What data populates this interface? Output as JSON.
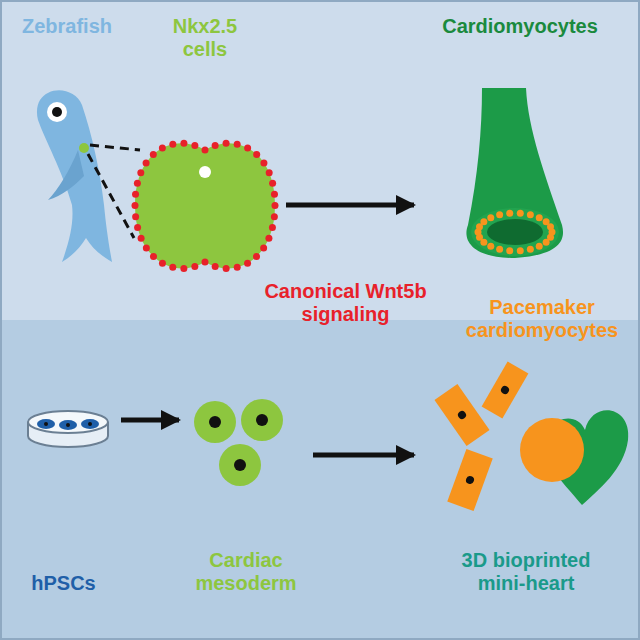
{
  "diagram": {
    "nodes": [
      {
        "text": [
          "Zebrafish"
        ]
      },
      {
        "text": [
          "Nkx2.5 cells"
        ]
      },
      {
        "text": [
          "Cardiomyocytes"
        ]
      },
      {
        "text": [
          "hPSCs"
        ]
      },
      {
        "text": [
          "Cardiac mesoderm"
        ]
      },
      {
        "text": [
          "3D bioprinted mini-heart"
        ]
      }
    ],
    "edges": [
      {
        "from": 1,
        "to": 2,
        "arrow": "to"
      },
      {
        "from": 3,
        "to": 4,
        "arrow": "to"
      },
      {
        "from": 4,
        "to": 5,
        "arrow": "to"
      }
    ],
    "labels": [
      "Canonical Wnt5b signaling",
      "Pacemaker cardiomyocytes"
    ]
  }
}
